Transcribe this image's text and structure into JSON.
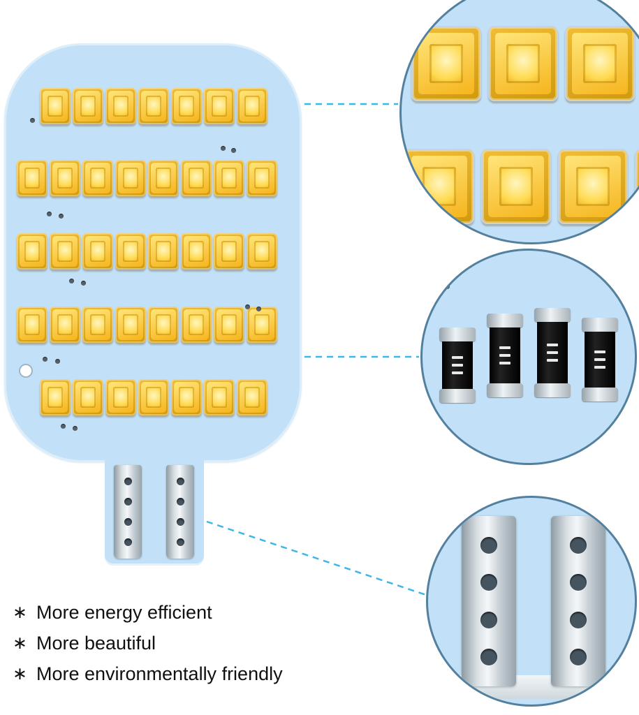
{
  "features": {
    "bullet": "∗",
    "items": [
      "More energy efficient",
      "More beautiful",
      "More environmentally friendly"
    ]
  },
  "colors": {
    "background": "#ffffff",
    "board_blue": "#c2e0f7",
    "led_gold": "#f6b51e",
    "led_highlight": "#fff6c0",
    "circle_border": "#54809f",
    "callout_line": "#3fb6e8",
    "metal_light": "#f4f7f9",
    "metal_dark": "#97a3ab",
    "component_black": "#000000",
    "text": "#101010"
  },
  "components": {
    "led_chip": "smd-led-chip",
    "resistor": "smd-resistor",
    "contact_pin": "wedge-contact-pin"
  }
}
